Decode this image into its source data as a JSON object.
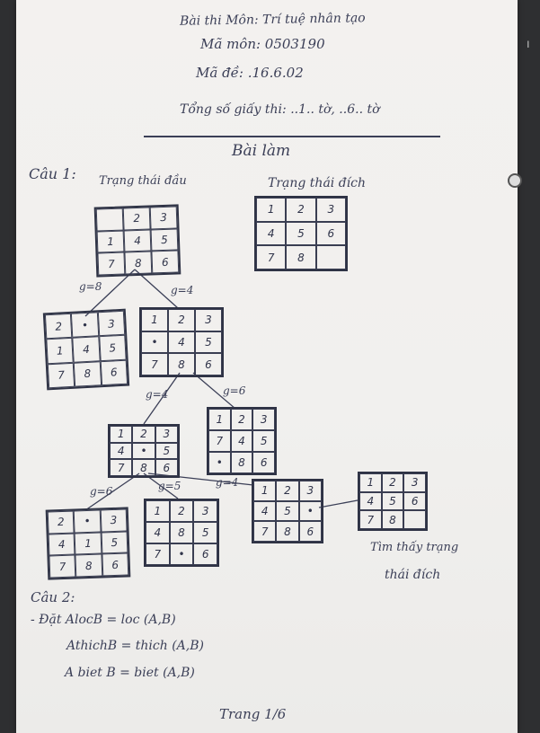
{
  "header": {
    "line1": "Bài thi Môn: Trí tuệ nhân tạo",
    "line2": "Mã môn: 0503190",
    "line3": "Mã đề: .16.6.02",
    "line4": "Tổng số giấy thi: ..1.. tờ, ..6.. tờ"
  },
  "section_title": "Bài làm",
  "q1": {
    "label": "Câu 1:",
    "start_label": "Trạng thái đầu",
    "goal_label": "Trạng thái đích",
    "start_state": [
      "",
      "2",
      "3",
      "1",
      "4",
      "5",
      "7",
      "8",
      "6"
    ],
    "goal_state": [
      "1",
      "2",
      "3",
      "4",
      "5",
      "6",
      "7",
      "8",
      ""
    ],
    "level1_left": [
      "2",
      "•",
      "3",
      "1",
      "4",
      "5",
      "7",
      "8",
      "6"
    ],
    "level1_right": [
      "1",
      "2",
      "3",
      "•",
      "4",
      "5",
      "7",
      "8",
      "6"
    ],
    "level2_left": [
      "1",
      "2",
      "3",
      "4",
      "•",
      "5",
      "7",
      "8",
      "6"
    ],
    "level2_right": [
      "1",
      "2",
      "3",
      "7",
      "4",
      "5",
      "•",
      "8",
      "6"
    ],
    "level3_a": [
      "2",
      "•",
      "3",
      "4",
      "1",
      "5",
      "7",
      "8",
      "6"
    ],
    "level3_b": [
      "1",
      "2",
      "3",
      "4",
      "8",
      "5",
      "7",
      "•",
      "6"
    ],
    "level3_c": [
      "1",
      "2",
      "3",
      "4",
      "5",
      "•",
      "7",
      "8",
      "6"
    ],
    "final": [
      "1",
      "2",
      "3",
      "4",
      "5",
      "6",
      "7",
      "8",
      ""
    ],
    "g_left": "g=8",
    "g_right": "g=4",
    "g_l2_left": "g=4",
    "g_l2_right": "g=6",
    "g_l3_a": "g=6",
    "g_l3_b": "g=5",
    "g_l3_c": "g=4",
    "found_line1": "Tìm thấy trạng",
    "found_line2": "thái đích"
  },
  "q2": {
    "label": "Câu 2:",
    "line1": "- Đặt AlocB = loc (A,B)",
    "line2": "AthichB = thich (A,B)",
    "line3": "A biet B = biet (A,B)"
  },
  "footer": "Trang 1/6",
  "colors": {
    "ink": "#3b3f57",
    "paper": "#f1f0ee",
    "background": "#2e2f31"
  }
}
